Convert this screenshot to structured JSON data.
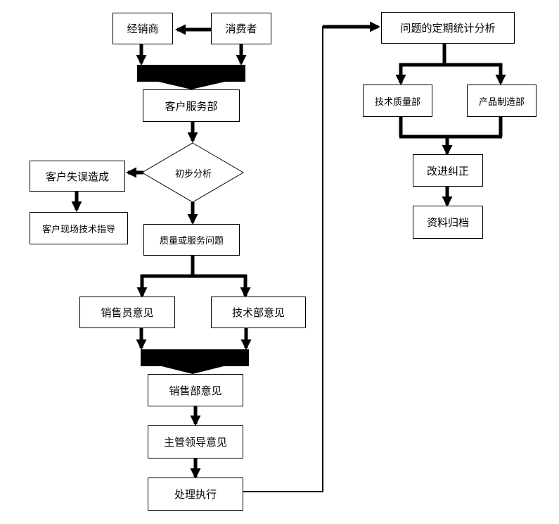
{
  "nodes": {
    "dealer": "经销商",
    "consumer": "消费者",
    "customer_service": "客户服务部",
    "preliminary_analysis": "初步分析",
    "customer_error": "客户失误造成",
    "onsite_guidance": "客户现场技术指导",
    "quality_service_issue": "质量或服务问题",
    "salesperson_opinion": "销售员意见",
    "tech_dept_opinion": "技术部意见",
    "sales_dept_opinion": "销售部意见",
    "supervisor_opinion": "主管领导意见",
    "execute": "处理执行",
    "periodic_analysis": "问题的定期统计分析",
    "tech_quality_dept": "技术质量部",
    "production_dept": "产品制造部",
    "correction": "改进纠正",
    "archive": "资料归档"
  }
}
